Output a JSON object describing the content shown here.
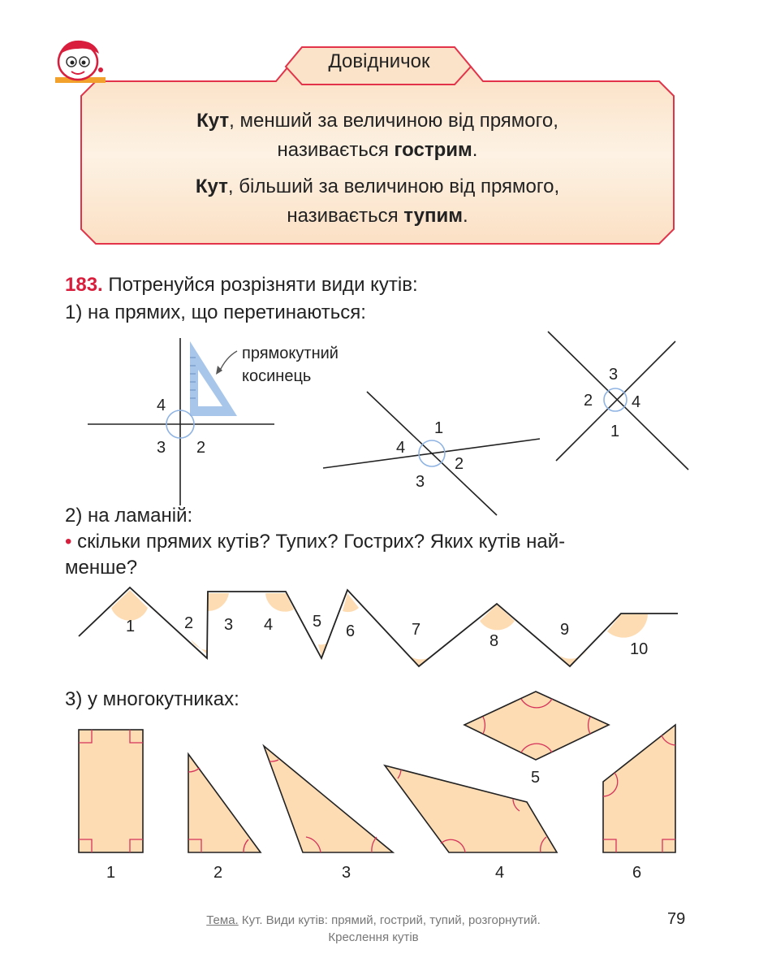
{
  "reference": {
    "title": "Довідничок",
    "rule1": {
      "term": "Кут",
      "text": ", менший за величиною від прямого,",
      "text2": "називається ",
      "result": "гострим",
      "end": "."
    },
    "rule2": {
      "term": "Кут",
      "text": ", більший за величиною від прямого,",
      "text2": "називається ",
      "result": "тупим",
      "end": "."
    }
  },
  "task": {
    "number": "183.",
    "title": "Потренуйся розрізняти види кутів:",
    "part1": "1) на прямих, що перетинаються:",
    "square_label_1": "прямокутний",
    "square_label_2": "косинець",
    "part2": "2) на ламаній:",
    "bullet": "•",
    "question_1": "скільки прямих кутів? Тупих? Гострих? Яких кутів най-",
    "question_2": "менше?",
    "part3": "3) у многокутниках:"
  },
  "fig1_labels": [
    "4",
    "3",
    "2"
  ],
  "fig2_labels": [
    "1",
    "4",
    "2",
    "3"
  ],
  "fig3_labels": [
    "3",
    "2",
    "4",
    "1"
  ],
  "polyline_labels": [
    "1",
    "2",
    "3",
    "4",
    "5",
    "6",
    "7",
    "8",
    "9",
    "10"
  ],
  "polygon_labels": [
    "1",
    "2",
    "3",
    "4",
    "5",
    "6"
  ],
  "footer": {
    "topic_label": "Тема.",
    "topic_text": " Кут. Види кутів: прямий, гострий, тупий, розгорнутий.",
    "topic_line2": "Креслення кутів"
  },
  "page_number": "79",
  "colors": {
    "accent_red": "#d81e3c",
    "panel_fill": "#fdebd6",
    "shape_fill": "#fddcb4",
    "angle_blue": "#8fb4e3",
    "square_blue": "#a7c6ea"
  }
}
